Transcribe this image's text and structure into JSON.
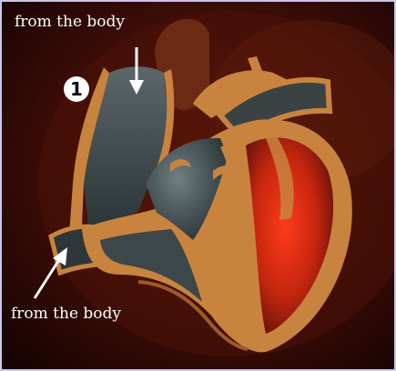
{
  "labels": {
    "top": "from the body",
    "bottom": "from the body",
    "marker": "1"
  },
  "colors": {
    "background": "#1e0503",
    "wall": "#c8843f",
    "wall_dark": "#9c5b27",
    "vessel_dark": "#3a4446",
    "right_chamber": "#4b5a5d",
    "left_chamber": "#c4260f",
    "arrow": "#ffffff"
  },
  "icons": [
    "up-arrow-icon",
    "down-arrow-icon"
  ]
}
